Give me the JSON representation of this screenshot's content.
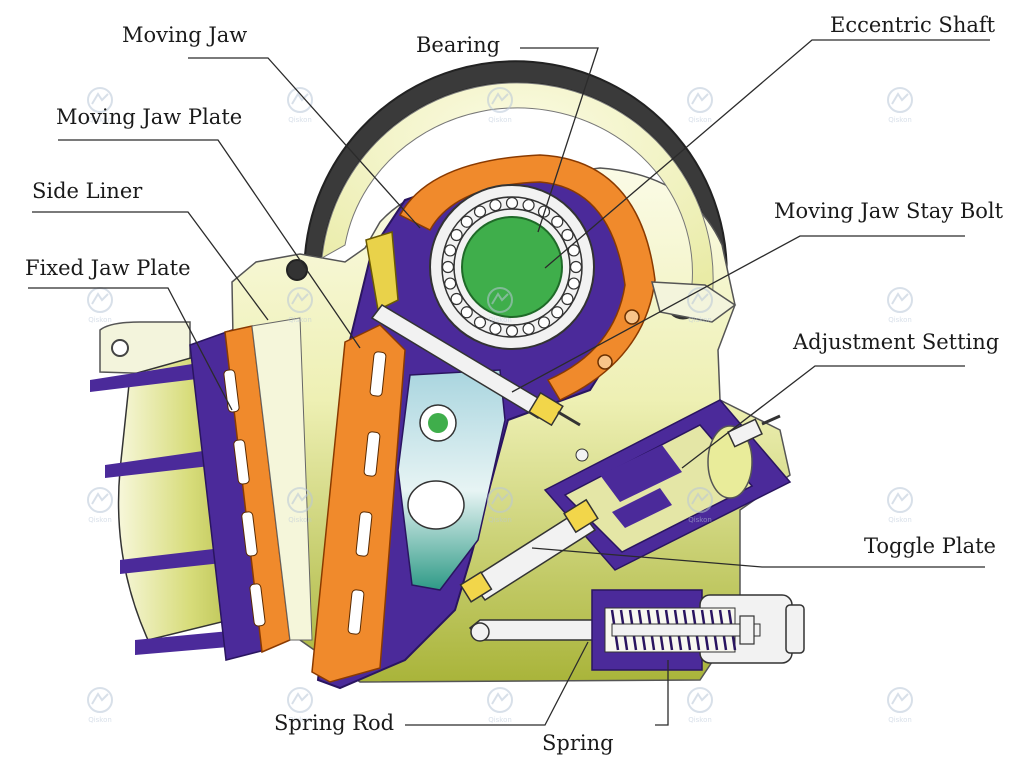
{
  "labels": {
    "moving_jaw": "Moving Jaw",
    "bearing": "Bearing",
    "eccentric_shaft": "Eccentric Shaft",
    "moving_jaw_plate": "Moving Jaw Plate",
    "side_liner": "Side Liner",
    "fixed_jaw_plate": "Fixed Jaw Plate",
    "moving_jaw_stay_bolt": "Moving Jaw Stay Bolt",
    "adjustment_setting": "Adjustment Setting",
    "toggle_plate": "Toggle Plate",
    "spring_rod": "Spring Rod",
    "spring": "Spring"
  },
  "watermark": {
    "text": "Qiskon"
  },
  "colors": {
    "frame_purple": "#4b2a9a",
    "jaw_orange": "#f08a2c",
    "shaft_green": "#3fae4b",
    "body_yellow": "#e9ecaa",
    "flywheel": "#3a3a3a"
  }
}
